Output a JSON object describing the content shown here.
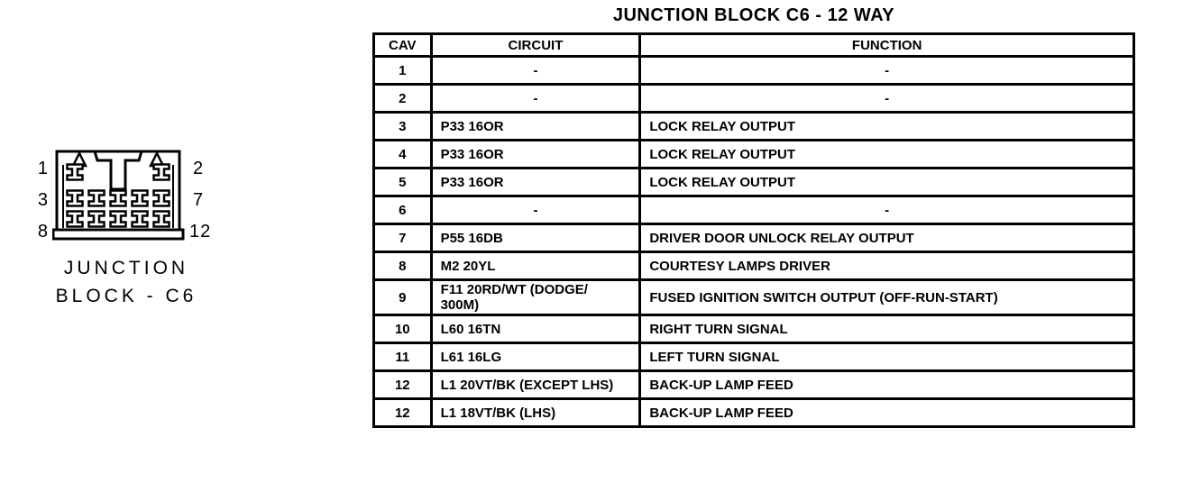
{
  "page": {
    "title": "JUNCTION BLOCK C6 - 12 WAY"
  },
  "connector": {
    "caption_line1": "JUNCTION",
    "caption_line2": "BLOCK - C6",
    "pin_labels": {
      "top_left": "1",
      "top_right": "2",
      "mid_left": "3",
      "mid_right": "7",
      "bottom_left": "8",
      "bottom_right": "12"
    }
  },
  "table": {
    "headers": [
      "CAV",
      "CIRCUIT",
      "FUNCTION"
    ],
    "rows": [
      {
        "cav": "1",
        "circuit": "-",
        "function": "-"
      },
      {
        "cav": "2",
        "circuit": "-",
        "function": "-"
      },
      {
        "cav": "3",
        "circuit": "P33 16OR",
        "function": "LOCK RELAY OUTPUT"
      },
      {
        "cav": "4",
        "circuit": "P33 16OR",
        "function": "LOCK RELAY OUTPUT"
      },
      {
        "cav": "5",
        "circuit": "P33 16OR",
        "function": "LOCK RELAY OUTPUT"
      },
      {
        "cav": "6",
        "circuit": "-",
        "function": "-"
      },
      {
        "cav": "7",
        "circuit": "P55 16DB",
        "function": "DRIVER DOOR UNLOCK RELAY OUTPUT"
      },
      {
        "cav": "8",
        "circuit": "M2 20YL",
        "function": "COURTESY LAMPS DRIVER"
      },
      {
        "cav": "9",
        "circuit": "F11 20RD/WT (DODGE/\n300M)",
        "function": "FUSED IGNITION SWITCH OUTPUT (OFF-RUN-START)"
      },
      {
        "cav": "10",
        "circuit": "L60 16TN",
        "function": "RIGHT TURN SIGNAL"
      },
      {
        "cav": "11",
        "circuit": "L61 16LG",
        "function": "LEFT TURN SIGNAL"
      },
      {
        "cav": "12",
        "circuit": "L1 20VT/BK (EXCEPT LHS)",
        "function": "BACK-UP LAMP FEED"
      },
      {
        "cav": "12",
        "circuit": "L1 18VT/BK (LHS)",
        "function": "BACK-UP LAMP FEED"
      }
    ]
  }
}
